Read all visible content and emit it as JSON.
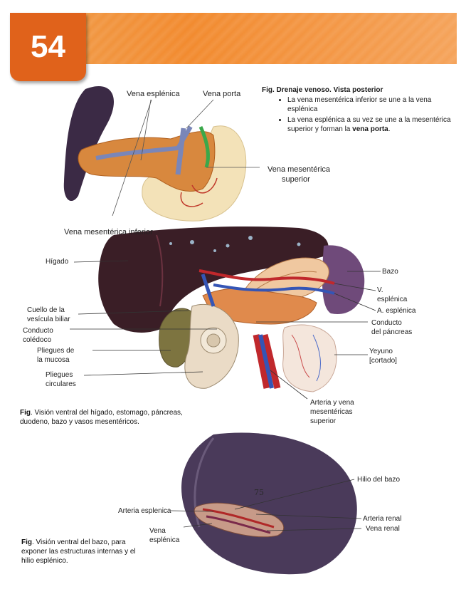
{
  "page_number": "54",
  "fig1": {
    "title": "Fig. Drenaje venoso. Vista posterior",
    "bullets": [
      "La vena mesentérica inferior se une a la vena esplénica",
      "La vena esplénica a su vez se une a la mesentérica superior y forman la "
    ],
    "bullet2_bold": "vena porta",
    "bullet2_end": ".",
    "labels": {
      "vena_esplenica": "Vena esplénica",
      "vena_porta": "Vena porta",
      "vena_mes_sup_1": "Vena mesentérica",
      "vena_mes_sup_2": "superior",
      "vena_mes_inf": "Vena mesentérica inferior"
    }
  },
  "fig2": {
    "caption_prefix": "Fig",
    "caption": ". Visión ventral del hígado, estomago, páncreas, duodeno, bazo y vasos mesentéricos.",
    "labels": {
      "higado": "Hígado",
      "bazo": "Bazo",
      "v_esplenica_1": "V.",
      "v_esplenica_2": "esplénica",
      "a_esplenica": "A. esplénica",
      "cuello_1": "Cuello de la",
      "cuello_2": "vesícula biliar",
      "conducto_col_1": "Conducto",
      "conducto_col_2": "colédoco",
      "conducto_panc_1": "Conducto",
      "conducto_panc_2": "del páncreas",
      "pliegues_mucosa_1": "Pliegues de",
      "pliegues_mucosa_2": "la mucosa",
      "yeyuno_1": "Yeyuno",
      "yeyuno_2": "[cortado]",
      "pliegues_circ_1": "Pliegues",
      "pliegues_circ_2": "circulares",
      "arteria_vena_1": "Arteria y vena",
      "arteria_vena_2": "mesentéricas",
      "arteria_vena_3": "superior"
    }
  },
  "fig3": {
    "caption_prefix": "Fig",
    "caption": ". Visión ventral del bazo, para exponer las estructuras internas y el hilio esplénico.",
    "labels": {
      "hilio": "Hilio del bazo",
      "arteria_esplenica": "Arteria esplenica",
      "arteria_renal": "Arteria renal",
      "vena_esplenica_1": "Vena",
      "vena_esplenica_2": "esplénica",
      "vena_renal": "Vena renal",
      "spleen_mark": "75"
    }
  },
  "colors": {
    "banner": "#f28a2e",
    "page_badge": "#e0621b",
    "spleen": "#3b2a45",
    "pancreas": "#d8883e",
    "liver": "#3a1e26"
  }
}
